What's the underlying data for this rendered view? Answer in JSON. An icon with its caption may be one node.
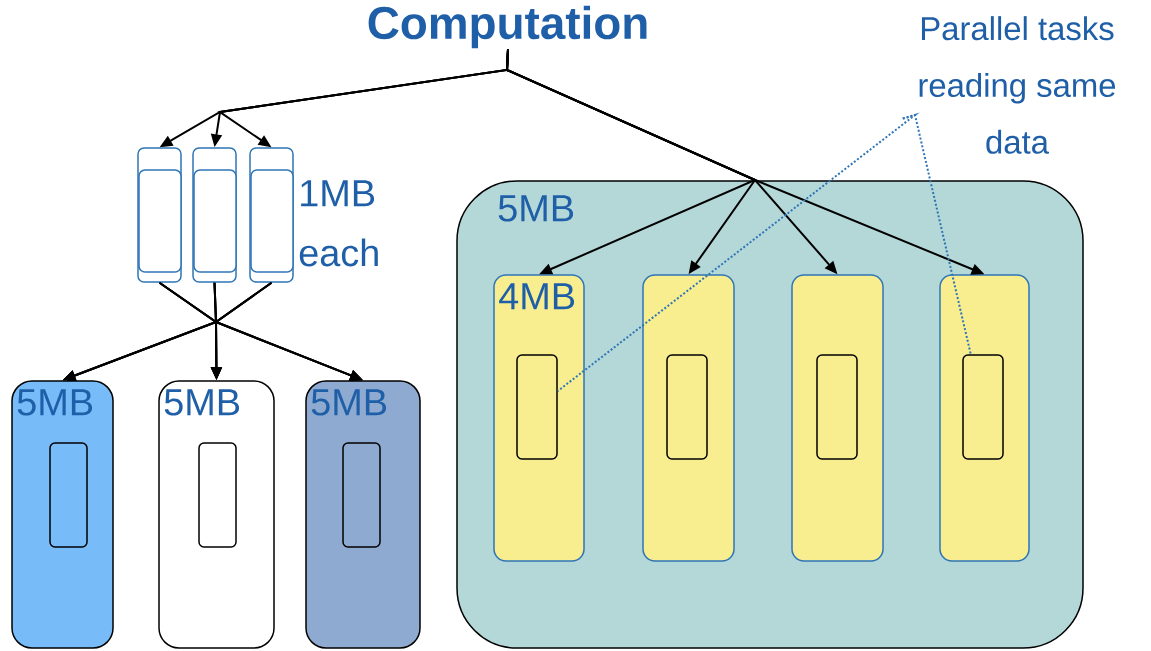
{
  "diagram": {
    "nodes": [
      {
        "text": [
          "Computation"
        ]
      },
      {
        "text": [],
        "shape": "box"
      },
      {
        "text": [],
        "shape": "box"
      },
      {
        "text": [],
        "shape": "box"
      },
      {
        "text": [
          "5MB"
        ]
      },
      {
        "text": [
          "4MB"
        ],
        "in": 4
      },
      {
        "text": [],
        "shape": "box",
        "in": 4
      },
      {
        "text": [],
        "shape": "box",
        "in": 4
      },
      {
        "text": [],
        "shape": "box",
        "in": 4
      },
      {
        "text": [],
        "shape": "box",
        "in": 5
      },
      {
        "text": [],
        "shape": "box",
        "in": 6
      },
      {
        "text": [],
        "shape": "box",
        "in": 7
      },
      {
        "text": [],
        "shape": "box",
        "in": 8
      },
      {
        "text": [
          "5MB"
        ]
      },
      {
        "text": [
          "5MB"
        ]
      },
      {
        "text": [
          "5MB"
        ]
      },
      {
        "text": [],
        "shape": "box",
        "in": 13
      },
      {
        "text": [],
        "shape": "box",
        "in": 14
      },
      {
        "text": [],
        "shape": "box",
        "in": 15
      },
      {
        "text": [
          "Parallel tasks reading same data"
        ]
      }
    ],
    "edges": [
      {
        "from": 0,
        "to": 1,
        "arrow": "to"
      },
      {
        "from": 0,
        "to": 2,
        "arrow": "to"
      },
      {
        "from": 0,
        "to": 3,
        "arrow": "to"
      },
      {
        "from": 0,
        "to": 5,
        "arrow": "to"
      },
      {
        "from": 0,
        "to": 6,
        "arrow": "to"
      },
      {
        "from": 0,
        "to": 7,
        "arrow": "to"
      },
      {
        "from": 0,
        "to": 8,
        "arrow": "to"
      },
      {
        "from": 1,
        "to": 13,
        "arrow": "to"
      },
      {
        "from": 1,
        "to": 14,
        "arrow": "to"
      },
      {
        "from": 1,
        "to": 15,
        "arrow": "to"
      },
      {
        "from": 2,
        "to": 13,
        "arrow": "to"
      },
      {
        "from": 2,
        "to": 14,
        "arrow": "to"
      },
      {
        "from": 2,
        "to": 15,
        "arrow": "to"
      },
      {
        "from": 3,
        "to": 13,
        "arrow": "to"
      },
      {
        "from": 3,
        "to": 14,
        "arrow": "to"
      },
      {
        "from": 3,
        "to": 15,
        "arrow": "to"
      },
      {
        "from": 19,
        "to": 9,
        "arrow": "none",
        "style": "dashed",
        "color": "#2e75b6"
      },
      {
        "from": 19,
        "to": 12,
        "arrow": "none",
        "style": "dashed",
        "color": "#2e75b6"
      }
    ],
    "labels": [
      "1MB each"
    ]
  }
}
